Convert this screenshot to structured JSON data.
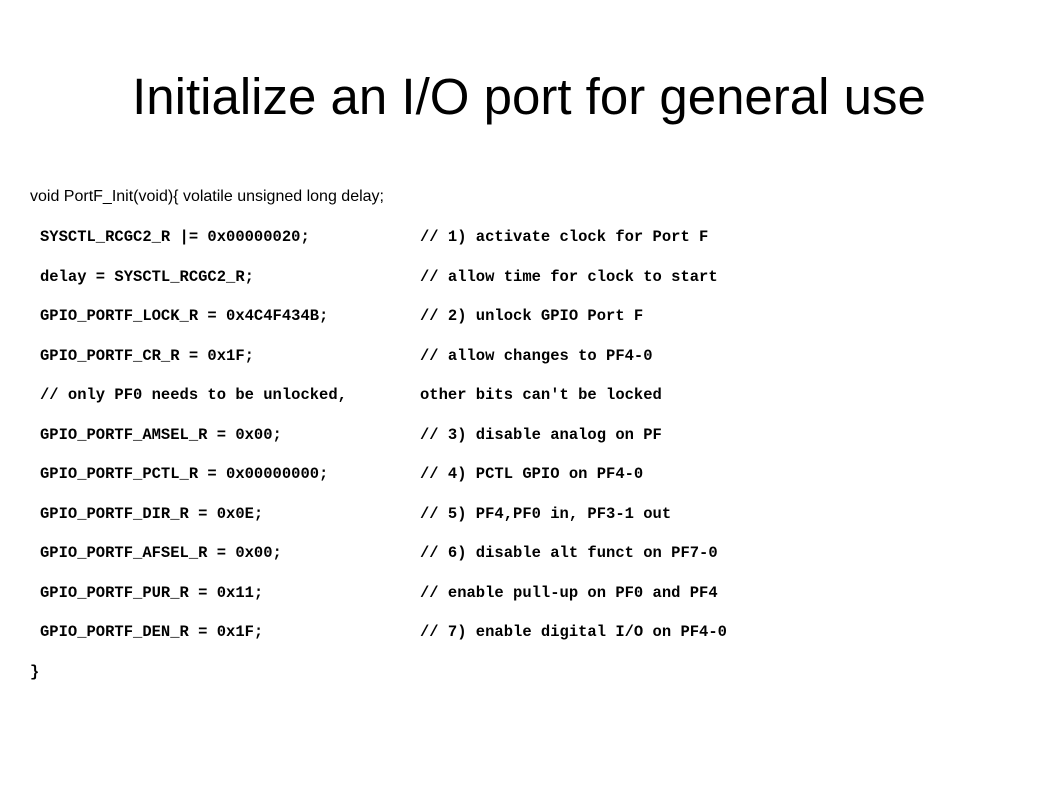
{
  "slide": {
    "title": "Initialize an I/O port for general use",
    "intro": "void PortF_Init(void){ volatile unsigned long delay;",
    "lines": [
      {
        "stmt": "SYSCTL_RCGC2_R |= 0x00000020;",
        "comment": "// 1) activate clock for Port F"
      },
      {
        "stmt": "delay = SYSCTL_RCGC2_R;",
        "comment": "// allow time for clock to start"
      },
      {
        "stmt": "GPIO_PORTF_LOCK_R = 0x4C4F434B;",
        "comment": "// 2) unlock GPIO Port F"
      },
      {
        "stmt": "GPIO_PORTF_CR_R = 0x1F;",
        "comment": "// allow changes to PF4-0"
      },
      {
        "stmt": "// only PF0 needs to be unlocked,",
        "comment": "other bits can't be locked"
      },
      {
        "stmt": "GPIO_PORTF_AMSEL_R = 0x00;",
        "comment": "// 3) disable analog on PF"
      },
      {
        "stmt": "GPIO_PORTF_PCTL_R = 0x00000000;",
        "comment": "// 4) PCTL GPIO on PF4-0"
      },
      {
        "stmt": "GPIO_PORTF_DIR_R = 0x0E;",
        "comment": "// 5) PF4,PF0 in, PF3-1 out"
      },
      {
        "stmt": "GPIO_PORTF_AFSEL_R = 0x00;",
        "comment": "// 6) disable alt funct on PF7-0"
      },
      {
        "stmt": "GPIO_PORTF_PUR_R = 0x11;",
        "comment": "// enable pull-up on PF0 and PF4"
      },
      {
        "stmt": "GPIO_PORTF_DEN_R = 0x1F;",
        "comment": "// 7) enable digital I/O on PF4-0"
      }
    ],
    "closing": "}"
  }
}
